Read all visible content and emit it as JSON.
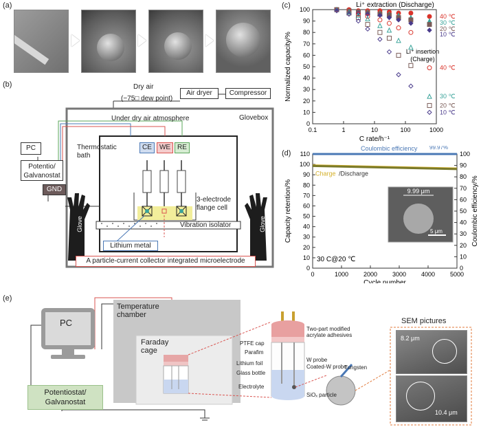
{
  "panel_a": {
    "letter": "(a)"
  },
  "panel_b": {
    "letter": "(b)",
    "dry_air": "Dry air",
    "dew_point": "(−75□ dew point)",
    "air_dryer": "Air dryer",
    "compressor": "Compressor",
    "atmosphere": "Under dry air atmosphere",
    "glovebox": "Glovebox",
    "pc": "PC",
    "potentio_1": "Potentio/",
    "potentio_2": "Galvanostat",
    "gnd": "GND",
    "thermostatic_1": "Thermostatic",
    "thermostatic_2": "bath",
    "ce": "CE",
    "we": "WE",
    "re": "RE",
    "flange_1": "3-electrode",
    "flange_2": "flange cell",
    "vibration": "Vibration isolator",
    "lithium": "Lithium metal",
    "glove": "Glove",
    "microelectrode": "A particle-current collector integrated microelectrode",
    "colors": {
      "ce": "#4a78b5",
      "we": "#d9534f",
      "re": "#5aa55a",
      "yellow": "#f2ee9b"
    }
  },
  "panel_c": {
    "letter": "(c)",
    "extraction": "Li⁺ extraction (Discharge)",
    "insertion_1": "Li⁺ insertion",
    "insertion_2": "(Charge)",
    "ylabel": "Normalized capacity/%",
    "xlabel": "C rate/h⁻¹",
    "yticks": [
      "0",
      "10",
      "20",
      "30",
      "40",
      "50",
      "60",
      "70",
      "80",
      "90",
      "100"
    ],
    "xticks": [
      "0.1",
      "1",
      "10",
      "100",
      "1000"
    ],
    "legend_top": [
      "40 ℃",
      "30 ℃",
      "20 ℃",
      "10 ℃"
    ],
    "legend_bottom": [
      "40 ℃",
      "30 ℃",
      "20 ℃",
      "10 ℃"
    ]
  },
  "panel_d": {
    "letter": "(d)",
    "ylabel_left": "Capacity retention/%",
    "ylabel_right": "Coulombic efficiency/%",
    "xlabel": "Cycle number",
    "ce_label": "Coulombic efficiency",
    "ce_value": "99.97%",
    "charge_word": "Charge",
    "discharge_word": "/Discharge",
    "condition": "30 C@20 ℃",
    "inset_size": "9.99 μm",
    "scale": "5 μm",
    "yticks_left": [
      "0",
      "10",
      "20",
      "30",
      "40",
      "50",
      "60",
      "70",
      "80",
      "90",
      "100",
      "110"
    ],
    "yticks_right": [
      "0",
      "10",
      "20",
      "30",
      "40",
      "50",
      "60",
      "70",
      "80",
      "90",
      "100"
    ],
    "xticks": [
      "0",
      "1000",
      "2000",
      "3000",
      "4000",
      "5000"
    ]
  },
  "panel_e": {
    "letter": "(e)",
    "pc": "PC",
    "potentio_1": "Potentiostat/",
    "potentio_2": "Galvanostat",
    "chamber_1": "Temperature",
    "chamber_2": "chamber",
    "faraday_1": "Faraday",
    "faraday_2": "cage",
    "ptfe": "PTFE cap",
    "parafilm": "Parafim",
    "adhesive_1": "Two-part modified",
    "adhesive_2": "acrylate adhesives",
    "lithium_foil": "Lithium foil",
    "w_probe": "W probe",
    "coated_w": "Coated-W probe",
    "glass": "Glass bottle",
    "electrolyte": "Electrolyte",
    "sio": "SiOₓ particle",
    "tungsten": "Tungsten",
    "sem_title": "SEM pictures",
    "size1": "8.2 μm",
    "size2": "10.4 μm"
  },
  "chart_data": [
    {
      "type": "scatter",
      "title": "",
      "xlabel": "C rate/h⁻¹",
      "ylabel": "Normalized capacity/%",
      "xscale": "log",
      "xlim": [
        0.1,
        1000
      ],
      "ylim": [
        0,
        100
      ],
      "grid": false,
      "series": [
        {
          "name": "40 ℃",
          "mode": "Discharge",
          "color": "#d9342b",
          "marker": "filled-circle",
          "x": [
            0.6,
            1.5,
            3,
            6,
            15,
            30,
            60,
            150,
            600
          ],
          "y": [
            100,
            100,
            99,
            99,
            99,
            98,
            97,
            97,
            94
          ]
        },
        {
          "name": "30 ℃",
          "mode": "Discharge",
          "color": "#3aa39a",
          "marker": "filled-triangle",
          "x": [
            0.6,
            1.5,
            3,
            6,
            15,
            30,
            60,
            150,
            600
          ],
          "y": [
            100,
            99,
            98,
            98,
            97,
            96,
            95,
            93,
            90
          ]
        },
        {
          "name": "20 ℃",
          "mode": "Discharge",
          "color": "#7a5c58",
          "marker": "filled-square",
          "x": [
            0.6,
            1.5,
            3,
            6,
            15,
            30,
            60,
            150,
            600
          ],
          "y": [
            100,
            99,
            98,
            97,
            96,
            95,
            93,
            91,
            87
          ]
        },
        {
          "name": "10 ℃",
          "mode": "Discharge",
          "color": "#4b3c8c",
          "marker": "filled-diamond",
          "x": [
            0.6,
            1.5,
            3,
            6,
            15,
            30,
            60,
            150,
            600
          ],
          "y": [
            100,
            98,
            97,
            96,
            95,
            93,
            91,
            88,
            82
          ]
        },
        {
          "name": "40 ℃",
          "mode": "Charge",
          "color": "#d9342b",
          "marker": "open-circle",
          "x": [
            0.6,
            1.5,
            3,
            6,
            15,
            30,
            60,
            150,
            600
          ],
          "y": [
            100,
            99,
            96,
            94,
            91,
            88,
            84,
            80,
            49
          ]
        },
        {
          "name": "30 ℃",
          "mode": "Charge",
          "color": "#3aa39a",
          "marker": "open-triangle",
          "x": [
            0.6,
            1.5,
            3,
            6,
            15,
            30,
            60,
            150,
            600
          ],
          "y": [
            100,
            98,
            95,
            92,
            86,
            82,
            73,
            67,
            24
          ]
        },
        {
          "name": "20 ℃",
          "mode": "Charge",
          "color": "#7a5c58",
          "marker": "open-square",
          "x": [
            0.6,
            1.5,
            3,
            6,
            15,
            30,
            60,
            150,
            600
          ],
          "y": [
            100,
            97,
            93,
            87,
            80,
            75,
            60,
            51,
            16
          ]
        },
        {
          "name": "10 ℃",
          "mode": "Charge",
          "color": "#4b3c8c",
          "marker": "open-diamond",
          "x": [
            0.6,
            1.5,
            3,
            6,
            15,
            30,
            60,
            150,
            600
          ],
          "y": [
            99,
            96,
            90,
            83,
            74,
            63,
            43,
            33,
            10
          ]
        }
      ]
    },
    {
      "type": "line",
      "title": "",
      "xlabel": "Cycle number",
      "ylabel": "Capacity retention/%",
      "ylabel_right": "Coulombic efficiency/%",
      "xlim": [
        0,
        5000
      ],
      "ylim": [
        0,
        110
      ],
      "ylim_right": [
        0,
        100
      ],
      "grid": false,
      "series": [
        {
          "name": "Coulombic efficiency",
          "color": "#4a78b5",
          "axis": "right",
          "x": [
            0,
            5000
          ],
          "y": [
            99.97,
            99.97
          ]
        },
        {
          "name": "Charge",
          "color": "#d4b02a",
          "axis": "left",
          "x": [
            0,
            5000
          ],
          "y": [
            99,
            96
          ]
        },
        {
          "name": "Discharge",
          "color": "#7a7a2a",
          "axis": "left",
          "x": [
            0,
            5000
          ],
          "y": [
            98.5,
            95.5
          ]
        }
      ]
    }
  ]
}
